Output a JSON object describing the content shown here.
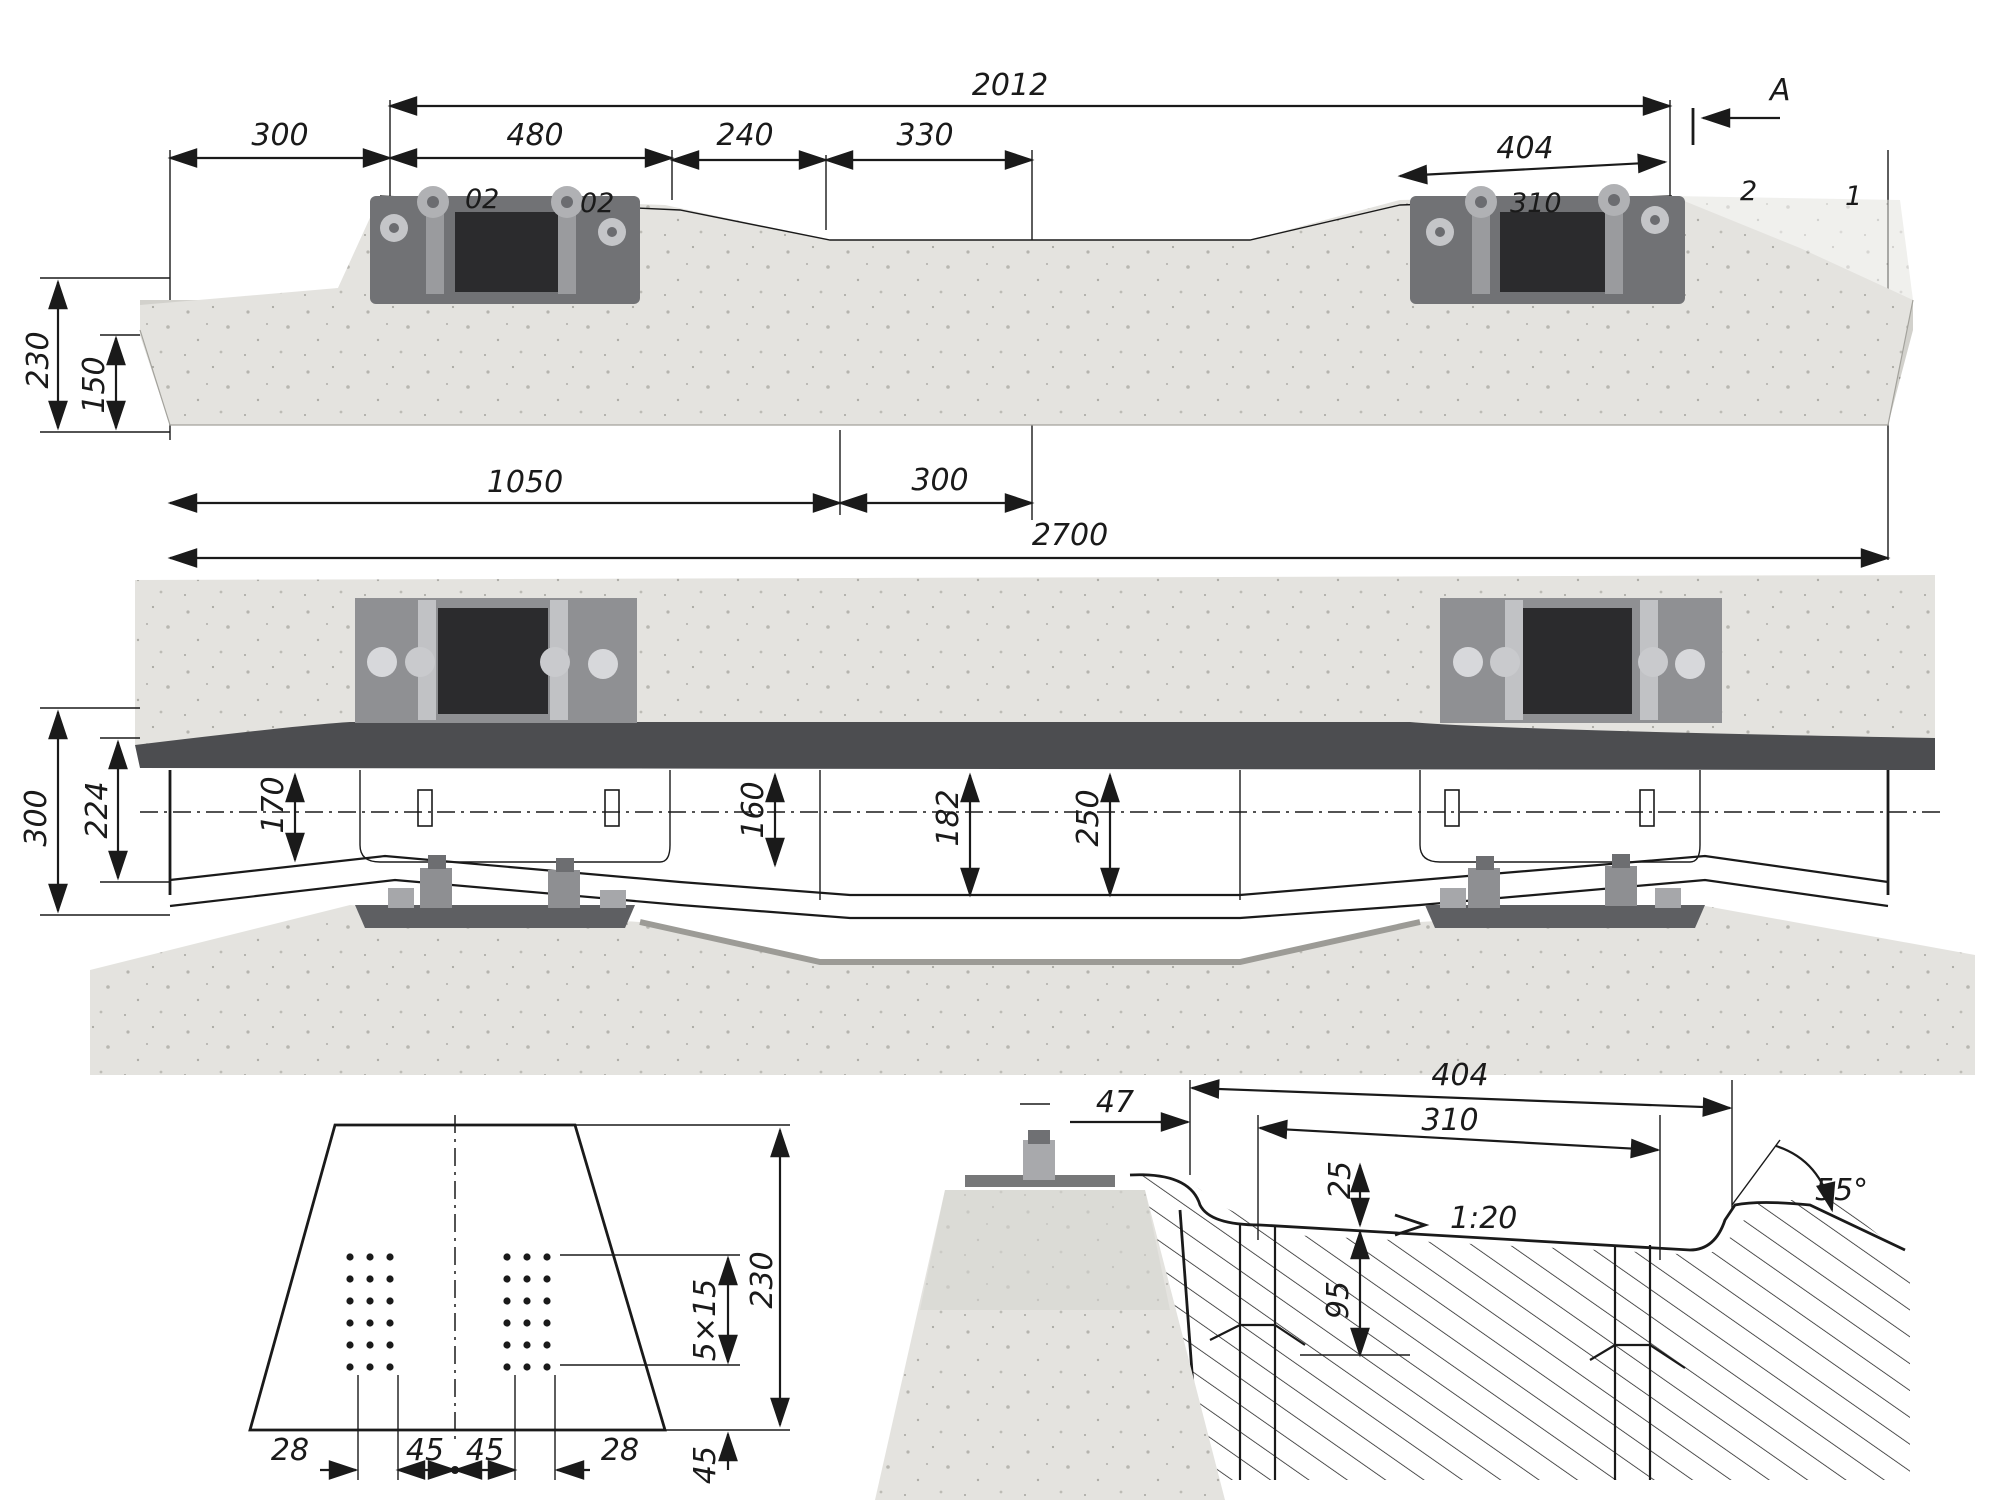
{
  "view_label": "A",
  "top_view": {
    "dims": [
      "2012",
      "300",
      "480",
      "240",
      "330",
      "404",
      "230",
      "150",
      "1050",
      "300",
      "2700"
    ],
    "callouts": [
      "02",
      "02",
      "310",
      "2",
      "1"
    ]
  },
  "side_view": {
    "dims": [
      "300",
      "224",
      "170",
      "160",
      "182",
      "250"
    ]
  },
  "cross_section": {
    "dims": [
      "230",
      "5×15",
      "45",
      "28",
      "45",
      "45",
      "28"
    ]
  },
  "rail_seat": {
    "dims": [
      "404",
      "47",
      "310",
      "25",
      "1:20",
      "95",
      "55°"
    ]
  },
  "colors": {
    "concrete_light": "#e6e5e1",
    "concrete_mid": "#c9c8c3",
    "concrete_dark": "#9e9d98",
    "steel_plate": "#6f7073",
    "rail_pad": "#2b2b2d"
  }
}
